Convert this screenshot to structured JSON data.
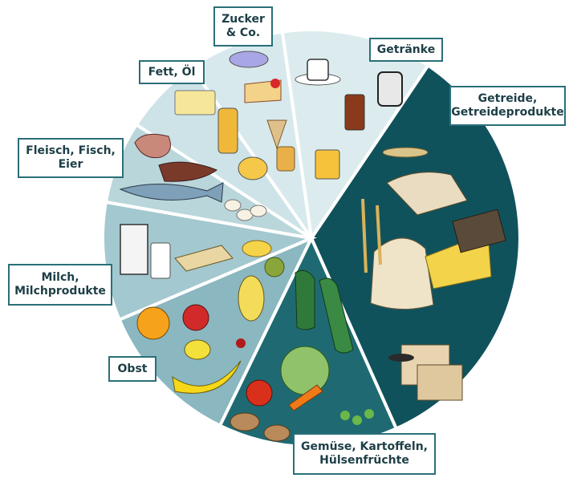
{
  "diagram": {
    "colors": {
      "getraenke": "#dcecee",
      "zucker": "#d7e9ec",
      "fett": "#cde3e7",
      "fleisch": "#b9d6db",
      "milch": "#a3c8cf",
      "obst": "#8ab7c0",
      "gemuese": "#1f6a72",
      "getreide": "#10525c",
      "border": "#2a6f78",
      "label_text": "#1d3f47"
    },
    "labels": {
      "zucker": [
        "Zucker",
        "& Co."
      ],
      "fett": [
        "Fett, Öl"
      ],
      "getraenke": [
        "Getränke"
      ],
      "getreide": [
        "Getreide,",
        "Getreideprodukte"
      ],
      "fleisch": [
        "Fleisch, Fisch,",
        "Eier"
      ],
      "milch": [
        "Milch,",
        "Milchprodukte"
      ],
      "obst": [
        "Obst"
      ],
      "gemuese": [
        "Gemüse, Kartoffeln,",
        "Hülsenfrüchte"
      ]
    }
  }
}
